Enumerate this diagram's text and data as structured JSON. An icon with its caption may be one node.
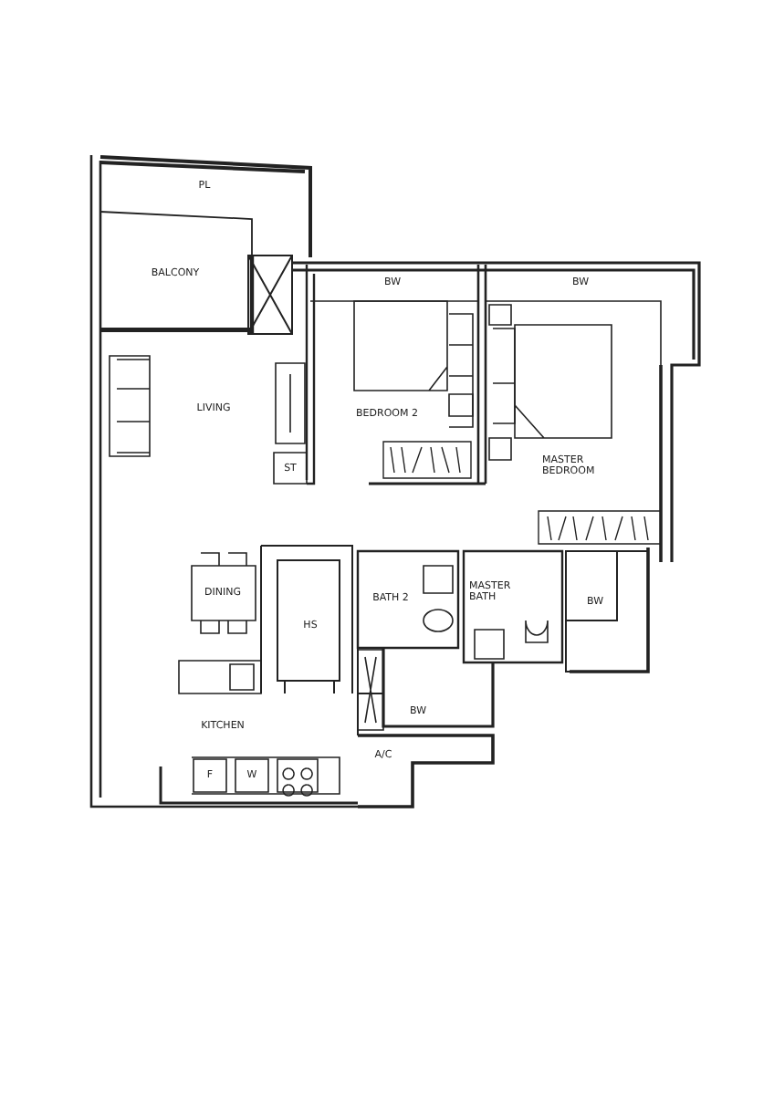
{
  "diagram": {
    "labels": [
      "PL",
      "BALCONY",
      "BW",
      "BW",
      "LIVING",
      "BEDROOM 2",
      "ST",
      "MASTER BEDROOM",
      "DINING",
      "BATH 2",
      "MASTER BATH",
      "BW",
      "HS",
      "KITCHEN",
      "BW",
      "A/C",
      "F",
      "W"
    ]
  }
}
